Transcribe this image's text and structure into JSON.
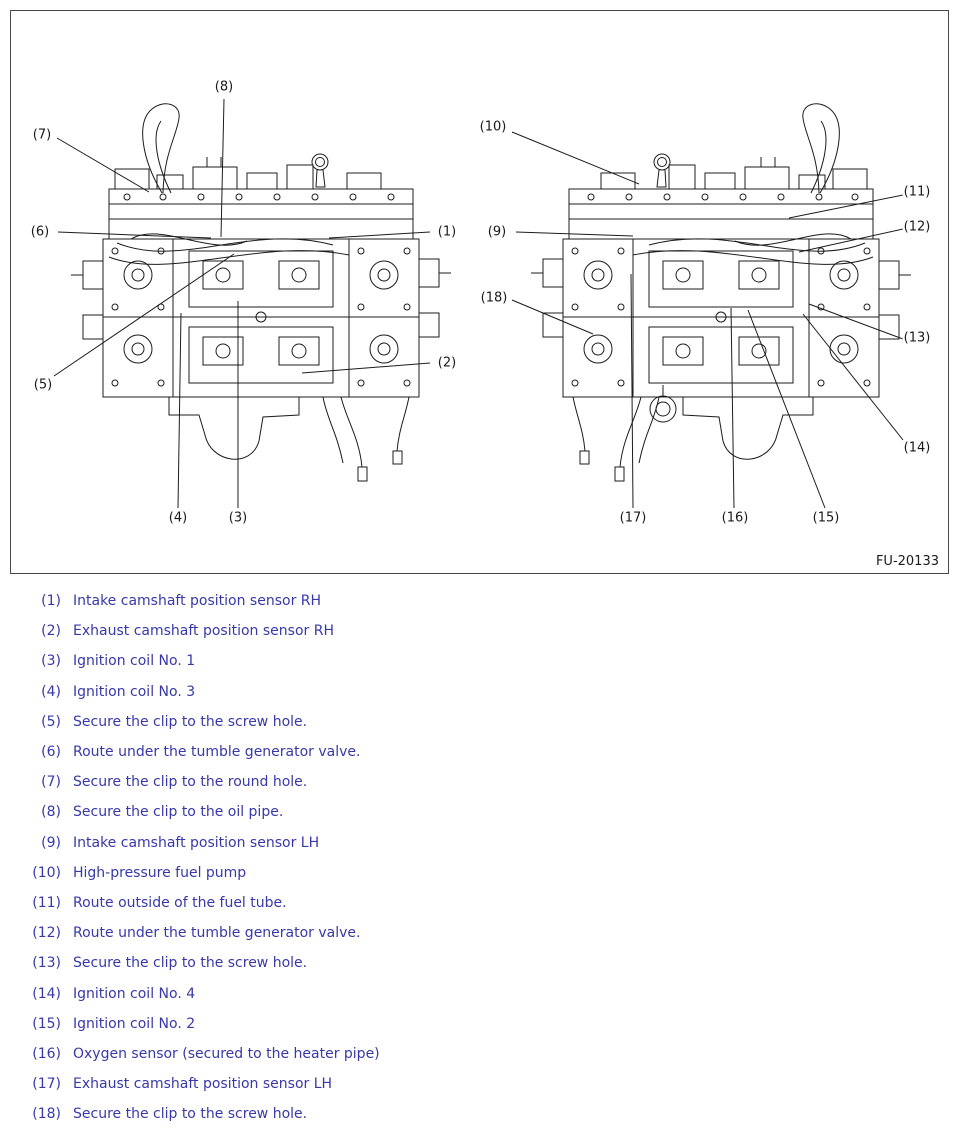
{
  "colors": {
    "legend_text": "#3838a8",
    "diagram_line": "#1c1c1c",
    "border": "#4a4a4a"
  },
  "figure": {
    "code": "FU-20133",
    "callouts": [
      {
        "label": "(1)"
      },
      {
        "label": "(2)"
      },
      {
        "label": "(3)"
      },
      {
        "label": "(4)"
      },
      {
        "label": "(5)"
      },
      {
        "label": "(6)"
      },
      {
        "label": "(7)"
      },
      {
        "label": "(8)"
      },
      {
        "label": "(9)"
      },
      {
        "label": "(10)"
      },
      {
        "label": "(11)"
      },
      {
        "label": "(12)"
      },
      {
        "label": "(13)"
      },
      {
        "label": "(14)"
      },
      {
        "label": "(15)"
      },
      {
        "label": "(16)"
      },
      {
        "label": "(17)"
      },
      {
        "label": "(18)"
      }
    ]
  },
  "legend": {
    "items": [
      {
        "num": "(1)",
        "text": "Intake camshaft position sensor RH"
      },
      {
        "num": "(2)",
        "text": "Exhaust camshaft position sensor RH"
      },
      {
        "num": "(3)",
        "text": "Ignition coil No. 1"
      },
      {
        "num": "(4)",
        "text": "Ignition coil No. 3"
      },
      {
        "num": "(5)",
        "text": "Secure the clip to the screw hole."
      },
      {
        "num": "(6)",
        "text": "Route under the tumble generator valve."
      },
      {
        "num": "(7)",
        "text": "Secure the clip to the round hole."
      },
      {
        "num": "(8)",
        "text": "Secure the clip to the oil pipe."
      },
      {
        "num": "(9)",
        "text": "Intake camshaft position sensor LH"
      },
      {
        "num": "(10)",
        "text": "High-pressure fuel pump"
      },
      {
        "num": "(11)",
        "text": "Route outside of the fuel tube."
      },
      {
        "num": "(12)",
        "text": "Route under the tumble generator valve."
      },
      {
        "num": "(13)",
        "text": "Secure the clip to the screw hole."
      },
      {
        "num": "(14)",
        "text": "Ignition coil No. 4"
      },
      {
        "num": "(15)",
        "text": "Ignition coil No. 2"
      },
      {
        "num": "(16)",
        "text": "Oxygen sensor (secured to the heater pipe)"
      },
      {
        "num": "(17)",
        "text": "Exhaust camshaft position sensor LH"
      },
      {
        "num": "(18)",
        "text": "Secure the clip to the screw hole."
      }
    ]
  }
}
